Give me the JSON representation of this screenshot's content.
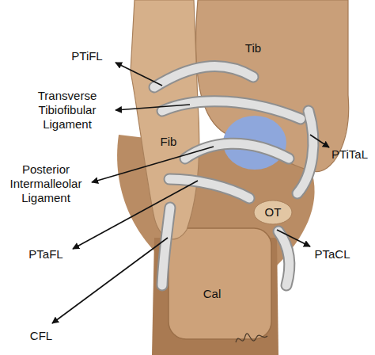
{
  "diagram": {
    "labels": [
      "PTiFL",
      "Tib",
      "Transverse Tibiofibular Ligament",
      "Fib",
      "PTiTaL",
      "Posterior Intermalleolar Ligament",
      "OT",
      "PTaFL",
      "PTaCL",
      "Cal",
      "CFL"
    ]
  }
}
